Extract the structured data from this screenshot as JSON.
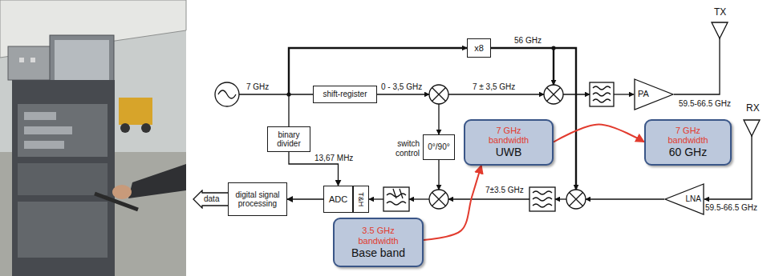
{
  "diagram": {
    "nodes": [
      {
        "text": [
          "shift-register"
        ]
      },
      {
        "text": [
          "x8"
        ]
      },
      {
        "text": [
          "binary divider"
        ]
      },
      {
        "text": [
          "0°/90°"
        ]
      },
      {
        "text": [
          "7 GHz bandwidth",
          "UWB"
        ]
      },
      {
        "text": [
          "PA"
        ]
      },
      {
        "text": [
          "7 GHz bandwidth",
          "60 GHz"
        ]
      },
      {
        "text": [
          "LNA"
        ]
      },
      {
        "text": [
          "data"
        ]
      },
      {
        "text": [
          "digital signal processing"
        ]
      },
      {
        "text": [
          "ADC"
        ]
      },
      {
        "text": [
          "T&H"
        ]
      },
      {
        "text": [
          "3.5 GHz bandwidth",
          "Base band"
        ]
      }
    ],
    "edges": [
      {
        "from": 2,
        "to": 10,
        "label": "13,67 MHz",
        "arrow": "to"
      },
      {
        "from": 10,
        "to": 9,
        "arrow": "to"
      },
      {
        "from": 12,
        "to": 4,
        "arrow": "to"
      },
      {
        "from": 4,
        "to": 6,
        "arrow": "to"
      }
    ],
    "labels": [
      "7 GHz",
      "0 - 3,5 GHz",
      "7 ± 3,5 GHz",
      "56 GHz",
      "TX",
      "59.5-66.5 GHz",
      "RX",
      "59.5-66.5 GHz",
      "switch control",
      "7±3.5 GHz"
    ]
  }
}
